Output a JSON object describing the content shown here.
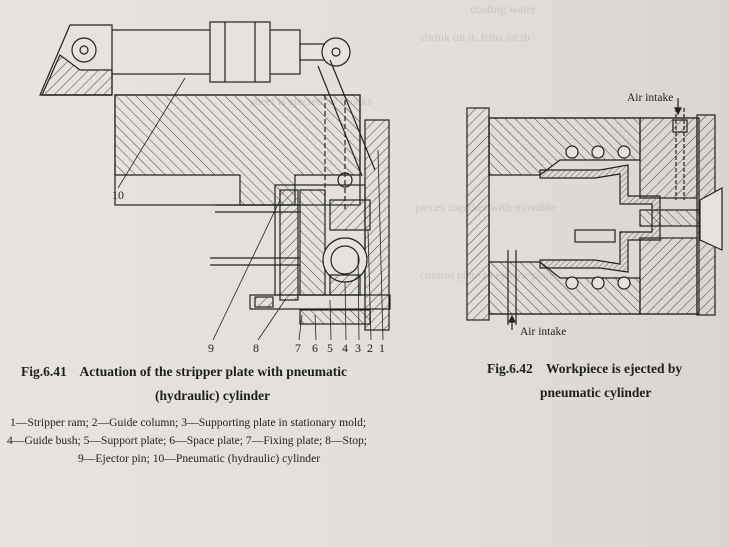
{
  "figure_left": {
    "number": "Fig.6.41",
    "title_line1": "Actuation of the stripper plate with pneumatic",
    "title_line2": "(hydraulic) cylinder",
    "legend_line1": "1—Stripper ram; 2—Guide column; 3—Supporting plate in stationary mold;",
    "legend_line2": "4—Guide bush; 5—Support plate; 6—Space plate; 7—Fixing plate; 8—Stop;",
    "legend_line3": "9—Ejector pin; 10—Pneumatic (hydraulic) cylinder",
    "callout_10": "10",
    "callout_9": "9",
    "callout_8": "8",
    "callout_7": "7",
    "callout_6": "6",
    "callout_5": "5",
    "callout_4": "4",
    "callout_3": "3",
    "callout_2": "2",
    "callout_1": "1"
  },
  "figure_right": {
    "number": "Fig.6.42",
    "title_line1": "Workpiece is ejected by",
    "title_line2": "pneumatic cylinder",
    "label_top": "Air intake",
    "label_bottom": "Air intake"
  }
}
